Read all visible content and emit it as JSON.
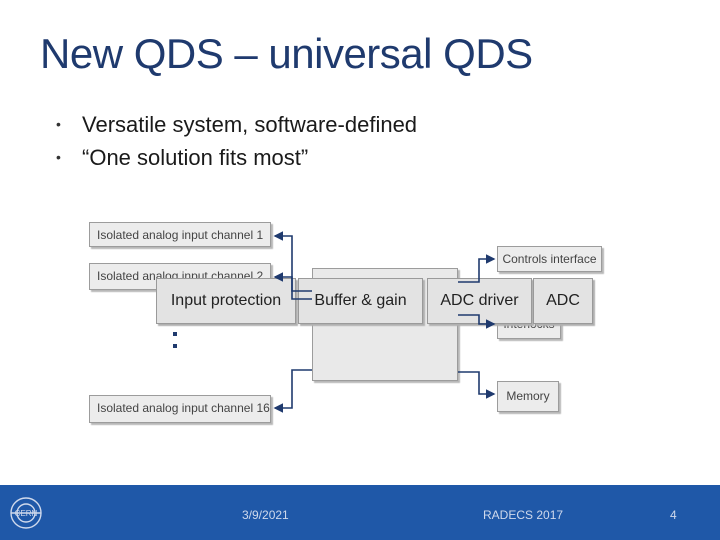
{
  "slide": {
    "title": "New QDS – universal QDS",
    "bullets": [
      "Versatile system, software-defined",
      "“One solution fits most”"
    ]
  },
  "diagram": {
    "inputs": [
      "Isolated analog input channel 1",
      "Isolated analog input channel 2",
      "Isolated analog input channel 16"
    ],
    "right_blocks": [
      "Controls interface",
      "Interlocks",
      "Memory"
    ],
    "stages": [
      "Input protection",
      "Buffer & gain",
      "ADC driver",
      "ADC"
    ]
  },
  "footer": {
    "logo": "CERN",
    "date": "3/9/2021",
    "event": "RADECS 2017",
    "page": "4"
  },
  "colors": {
    "title": "#1f3a6e",
    "footer_bar": "#1f58a8",
    "connector": "#1f3a6e",
    "box_fill": "#ececec"
  }
}
